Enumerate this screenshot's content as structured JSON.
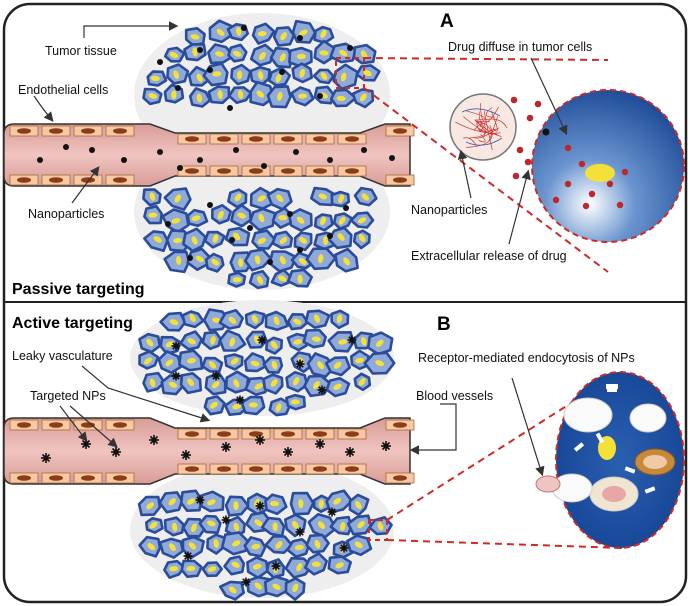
{
  "panel_a": {
    "letter": "A",
    "title": "Passive targeting",
    "labels": {
      "tumor_tissue": "Tumor tissue",
      "endothelial_cells": "Endothelial cells",
      "nanoparticles_left": "Nanoparticles",
      "drug_diffuse": "Drug diffuse in tumor cells",
      "nanoparticles_right": "Nanoparticles",
      "extracellular_release": "Extracellular release of drug"
    }
  },
  "panel_b": {
    "letter": "B",
    "title": "Active targeting",
    "labels": {
      "leaky_vasculature": "Leaky vasculature",
      "targeted_nps": "Targeted NPs",
      "receptor_endocytosis": "Receptor-mediated endocytosis of NPs",
      "blood_vessels": "Blood vessels"
    }
  },
  "colors": {
    "vessel_fill": "#e8b4b0",
    "endothelial_cell": "#f6c9a3",
    "cell_outline": "#2b4c9a",
    "cell_fill": "#8fa9d8",
    "nucleus": "#f3e13a",
    "drug_dot": "#c0272d",
    "zoom_dash": "#d02a25",
    "cell_zoom": "#1c4c9c"
  }
}
